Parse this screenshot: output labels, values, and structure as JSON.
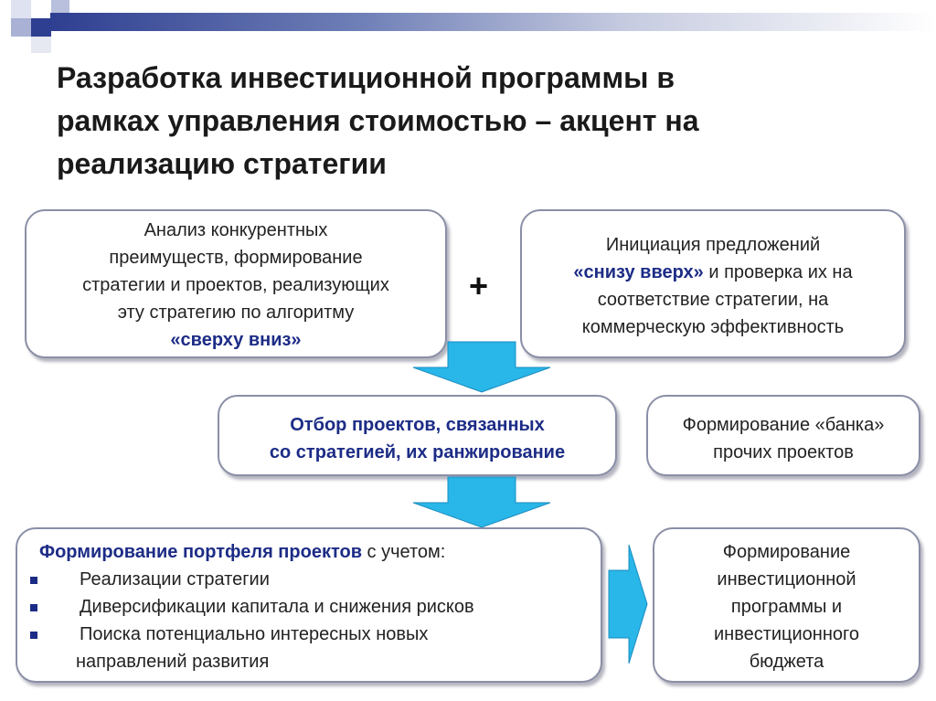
{
  "title": {
    "line1": "Разработка инвестиционной программы в",
    "line2": "рамках управления стоимостью – акцент на",
    "line3": "реализацию стратегии"
  },
  "analysis": {
    "line1": "Анализ конкурентных",
    "line2": "преимуществ, формирование",
    "line3": "стратегии и проектов, реализующих",
    "line4": "эту стратегию по алгоритму",
    "line5": "«сверху вниз»"
  },
  "plus": "+",
  "initiation": {
    "line1": "Инициация предложений",
    "line2_accent": "«снизу вверх»",
    "line2_rest": " и проверка их на",
    "line3": "соответствие стратегии, на",
    "line4": "коммерческую эффективность"
  },
  "selection": {
    "line1": "Отбор проектов, связанных",
    "line2": "со стратегией, их ранжирование"
  },
  "bank": {
    "line1": "Формирование «банка»",
    "line2": "прочих проектов"
  },
  "portfolio": {
    "heading_accent": "Формирование портфеля проектов",
    "heading_rest": " с учетом:",
    "items": [
      {
        "text": "Реализации стратегии"
      },
      {
        "text": "Диверсификации капитала и снижения рисков"
      },
      {
        "text": "Поиска потенциально интересных новых",
        "cont": "направлений развития"
      }
    ]
  },
  "program": {
    "line1": "Формирование",
    "line2": "инвестиционной",
    "line3": "программы и",
    "line4": "инвестиционного",
    "line5": "бюджета"
  },
  "colors": {
    "accent": "#1c2c86",
    "arrow": "#29b6e8",
    "box_border": "#8a8fa6"
  }
}
